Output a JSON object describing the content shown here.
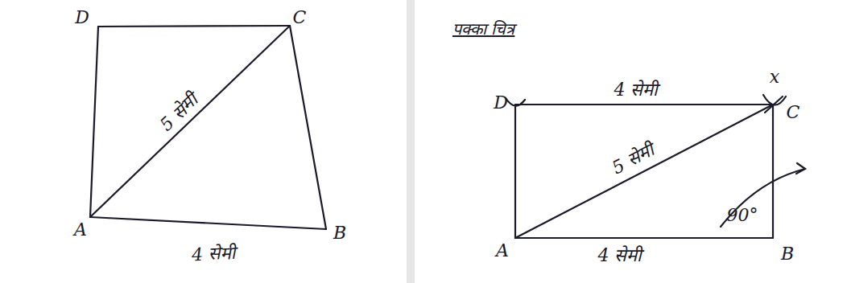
{
  "diagram": {
    "title": "पक्का चित्र",
    "labels": [
      "D",
      "C",
      "5 सेमी",
      "A",
      "4 सेमी",
      "B",
      "D",
      "4 सेमी",
      "C",
      "x",
      "5 सेमी",
      "90°",
      "A",
      "4 सेमी",
      "B"
    ]
  }
}
